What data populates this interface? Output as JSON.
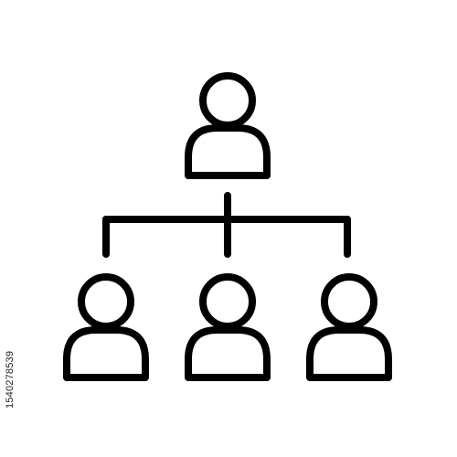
{
  "icon": {
    "name": "org-chart-icon",
    "stroke_color": "#000000",
    "background": "#ffffff",
    "people": [
      {
        "role": "manager",
        "icon": "person-icon"
      },
      {
        "role": "report",
        "icon": "person-icon"
      },
      {
        "role": "report",
        "icon": "person-icon"
      },
      {
        "role": "report",
        "icon": "person-icon"
      }
    ]
  },
  "stock_id": "1540278539"
}
